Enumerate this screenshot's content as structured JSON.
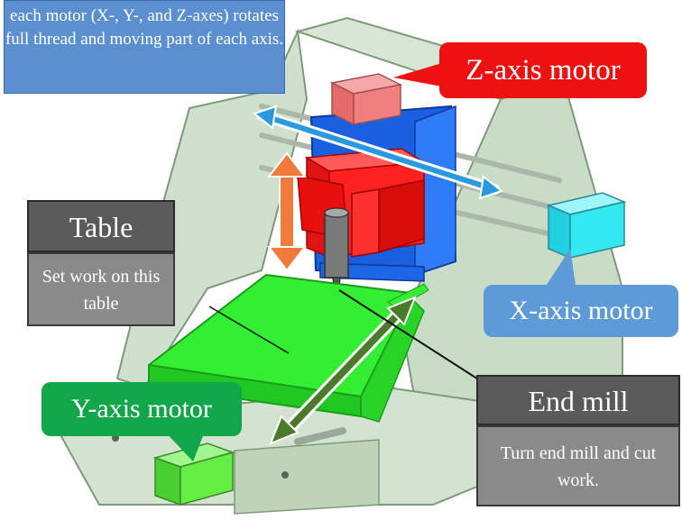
{
  "note": {
    "text": "each motor (X-, Y-, and Z-axes) rotates full thread and moving part of each axis."
  },
  "labels": {
    "z_motor": "Z-axis motor",
    "x_motor": "X-axis motor",
    "y_motor": "Y-axis motor",
    "table_title": "Table",
    "table_desc": "Set work on this table",
    "end_mill_title": "End mill",
    "end_mill_desc": "Turn end mill and cut work."
  },
  "colors": {
    "frame": "#cfe0cc",
    "frame_edge": "#7d9a7a",
    "z_stage": "#1a5fe0",
    "z_carriage": "#ff1f1f",
    "table": "#33ee33",
    "z_motor": "#f08080",
    "x_motor": "#33e8f0",
    "y_motor": "#66ee44",
    "spindle": "#808080",
    "note_bg": "#5b8fd0",
    "z_label_bg": "#ee1111",
    "x_label_bg": "#5e9ad8",
    "y_label_bg": "#12a64a",
    "box_head_bg": "#5a5a5a",
    "box_body_bg": "#8a8a8a",
    "arrow_x": "#2a9ae0",
    "arrow_z": "#f07a3a",
    "arrow_y": "#4a7a2a"
  }
}
